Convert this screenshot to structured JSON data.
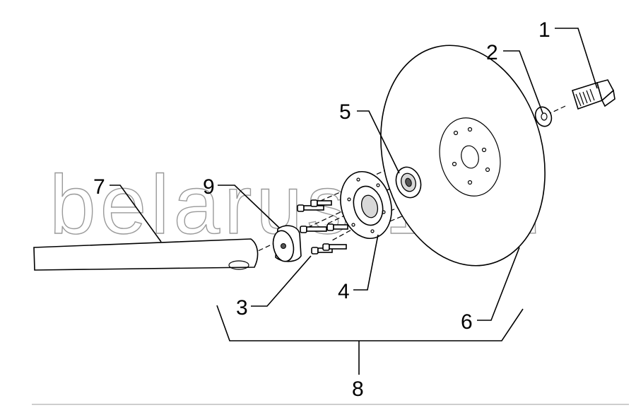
{
  "watermark": "belarus-1.ru",
  "callouts": {
    "c1": "1",
    "c2": "2",
    "c3": "3",
    "c4": "4",
    "c5": "5",
    "c6": "6",
    "c7": "7",
    "c8": "8",
    "c9": "9"
  }
}
